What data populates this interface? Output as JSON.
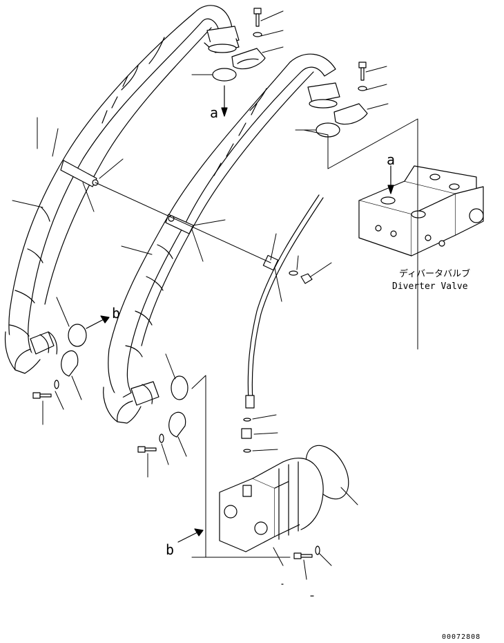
{
  "labels": {
    "a_top": "a",
    "a_valve": "a",
    "b_left": "b",
    "b_bottom": "b"
  },
  "valve": {
    "name_jp": "ディバータバルブ",
    "name_en": "Diverter Valve"
  },
  "drawing_number": "00072808",
  "colors": {
    "line": "#000000",
    "background": "#ffffff"
  }
}
